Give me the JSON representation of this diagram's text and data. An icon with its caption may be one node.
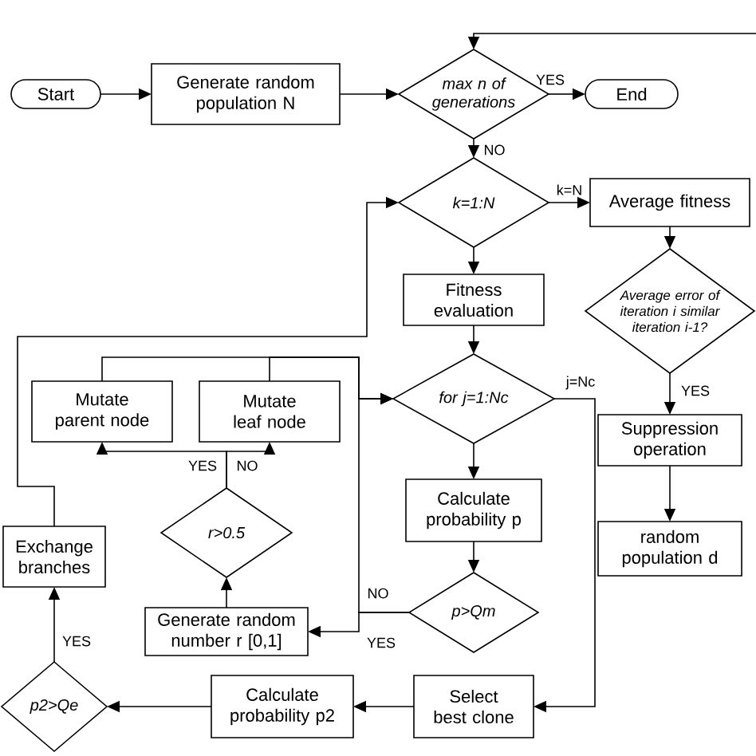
{
  "diagram": {
    "nodes": [
      {
        "text": [
          "Start"
        ]
      },
      {
        "text": [
          "Generate random population N"
        ]
      },
      {
        "text": [
          "max n of generations"
        ]
      },
      {
        "text": [
          "End"
        ]
      },
      {
        "text": [
          "k=1:N"
        ]
      },
      {
        "text": [
          "Average fitness"
        ]
      },
      {
        "text": [
          "Average error of iteration i similar iteration i-1?"
        ]
      },
      {
        "text": [
          "Suppression operation"
        ]
      },
      {
        "text": [
          "random population d"
        ]
      },
      {
        "text": [
          "Fitness evaluation"
        ]
      },
      {
        "text": [
          "for j=1:Nc"
        ]
      },
      {
        "text": [
          "Calculate probability p"
        ]
      },
      {
        "text": [
          "p>Qm"
        ]
      },
      {
        "text": [
          "Select best clone"
        ]
      },
      {
        "text": [
          "Calculate probability p2"
        ]
      },
      {
        "text": [
          "p2>Qe"
        ]
      },
      {
        "text": [
          "Exchange branches"
        ]
      },
      {
        "text": [
          "r>0.5"
        ]
      },
      {
        "text": [
          "Generate random number r [0,1]"
        ]
      },
      {
        "text": [
          "Mutate parent node"
        ]
      },
      {
        "text": [
          "Mutate leaf node"
        ]
      }
    ],
    "edges": [
      {
        "from": 0,
        "to": 1,
        "arrow": "to"
      },
      {
        "from": 1,
        "to": 2,
        "arrow": "to"
      },
      {
        "from": 2,
        "to": 3,
        "arrow": "to",
        "label": "YES"
      },
      {
        "from": 2,
        "to": 4,
        "arrow": "to",
        "label": "NO"
      },
      {
        "from": 4,
        "to": 5,
        "arrow": "to",
        "label": "k=N"
      },
      {
        "from": 5,
        "to": 6,
        "arrow": "to"
      },
      {
        "from": 6,
        "to": 7,
        "arrow": "to",
        "label": "YES"
      },
      {
        "from": 7,
        "to": 8,
        "arrow": "to"
      },
      {
        "from": 4,
        "to": 9,
        "arrow": "to"
      },
      {
        "from": 9,
        "to": 10,
        "arrow": "to"
      },
      {
        "from": 10,
        "to": 11,
        "arrow": "to"
      },
      {
        "from": 11,
        "to": 12,
        "arrow": "to"
      },
      {
        "from": 12,
        "to": 10,
        "arrow": "to",
        "label": "NO"
      },
      {
        "from": 12,
        "to": 18,
        "arrow": "to",
        "label": "YES"
      },
      {
        "from": 10,
        "to": 13,
        "arrow": "to",
        "label": "j=Nc"
      },
      {
        "from": 18,
        "to": 17,
        "arrow": "to"
      },
      {
        "from": 17,
        "to": 19,
        "arrow": "to",
        "label": "YES"
      },
      {
        "from": 17,
        "to": 20,
        "arrow": "to",
        "label": "NO"
      },
      {
        "from": 19,
        "to": 10,
        "arrow": "to"
      },
      {
        "from": 20,
        "to": 10,
        "arrow": "to"
      },
      {
        "from": 13,
        "to": 14,
        "arrow": "to"
      },
      {
        "from": 14,
        "to": 15,
        "arrow": "to"
      },
      {
        "from": 15,
        "to": 16,
        "arrow": "to",
        "label": "YES"
      },
      {
        "from": 16,
        "to": 4,
        "arrow": "to"
      },
      {
        "from": null,
        "to": 2,
        "arrow": "to"
      }
    ]
  }
}
